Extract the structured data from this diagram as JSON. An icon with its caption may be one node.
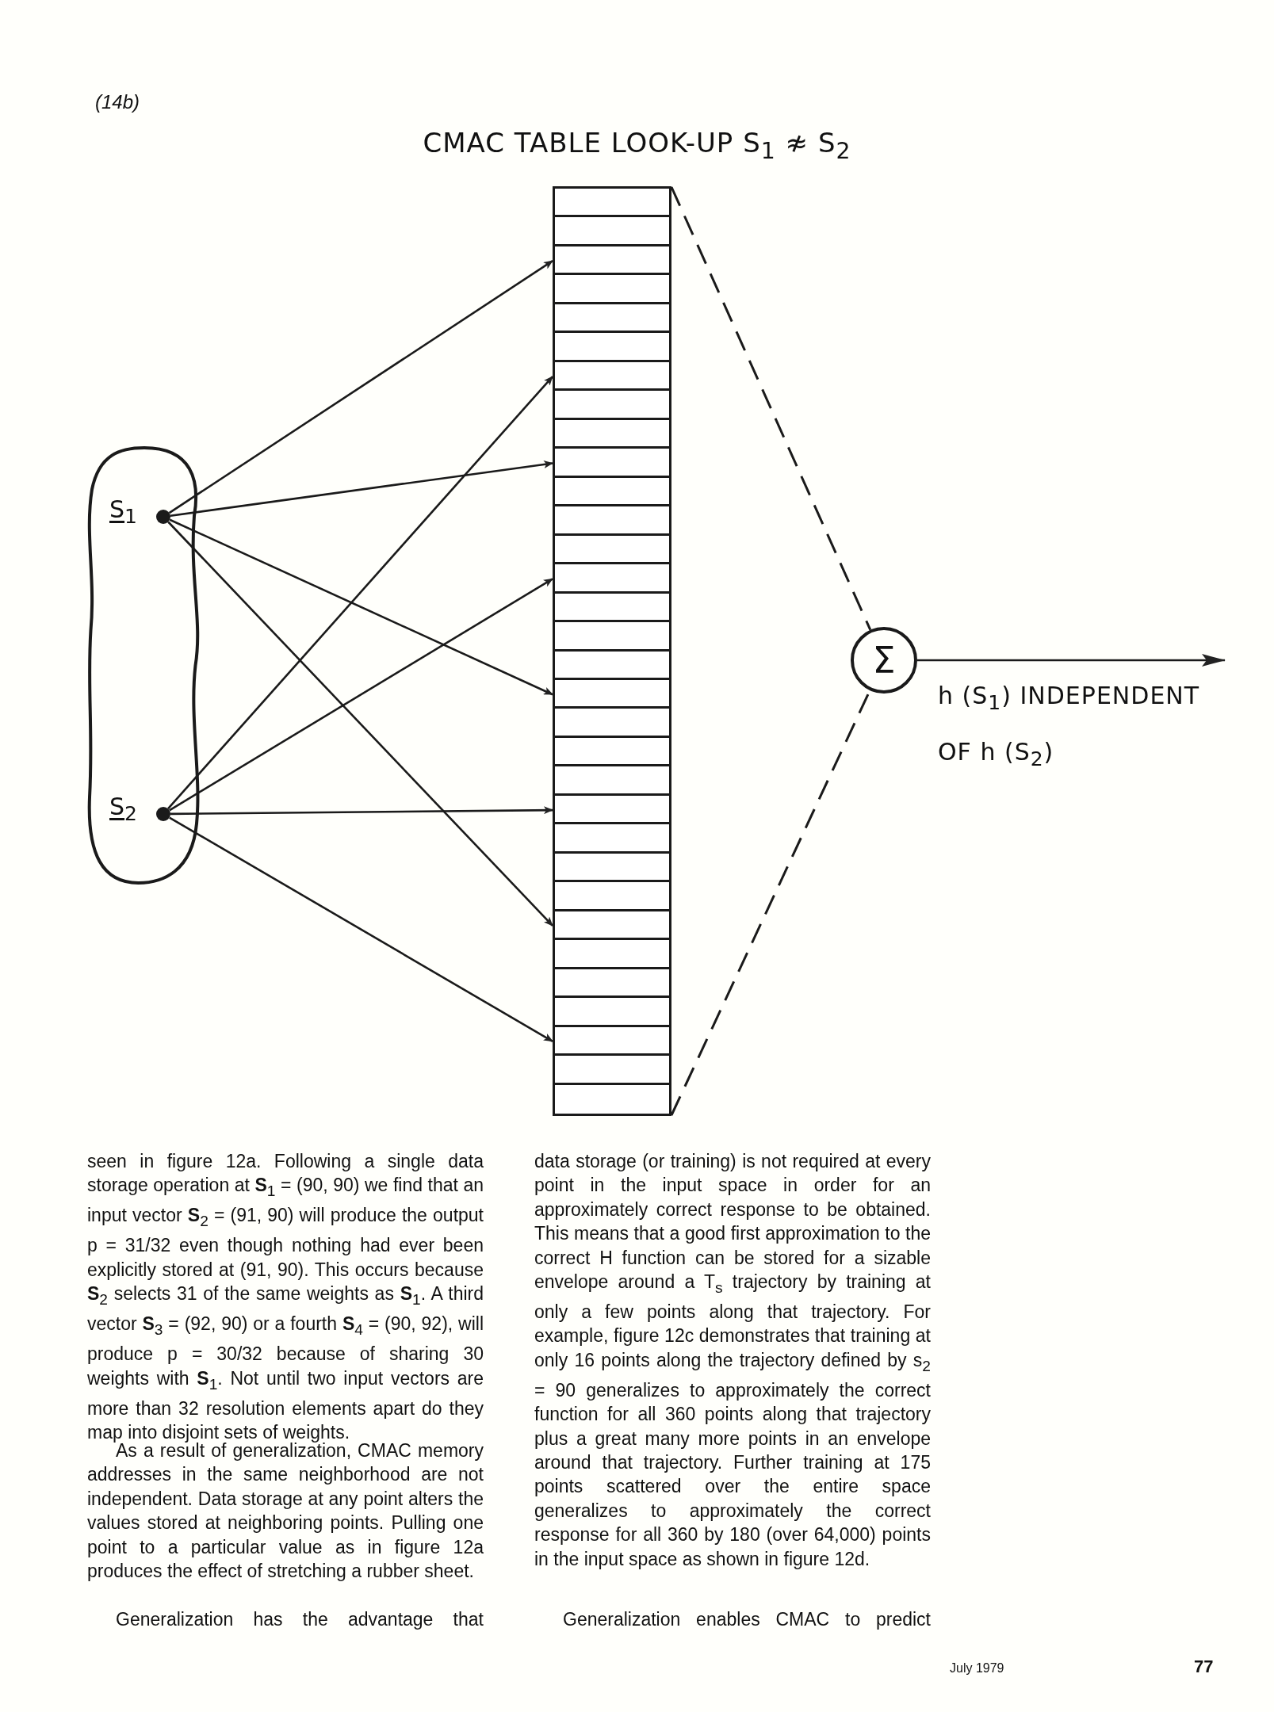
{
  "diagram": {
    "title": "CMAC TABLE LOOK-UP S$_{1}$ ≉ S$_{2}$",
    "nodes": [
      {
        "text": [],
        "shape": "cloud"
      },
      {
        "text": [
          "S$_{1}$"
        ],
        "in": 0
      },
      {
        "text": [
          "S$_{2}$"
        ],
        "in": 0
      },
      {
        "text": [],
        "shape": "box"
      },
      {
        "text": [],
        "shape": "box",
        "in": 3
      },
      {
        "text": [],
        "shape": "box",
        "in": 3
      },
      {
        "text": [],
        "shape": "box",
        "in": 3
      },
      {
        "text": [],
        "shape": "box",
        "in": 3
      },
      {
        "text": [],
        "shape": "box",
        "in": 3
      },
      {
        "text": [],
        "shape": "box",
        "in": 3
      },
      {
        "text": [],
        "shape": "box",
        "in": 3
      },
      {
        "text": [],
        "shape": "box",
        "in": 3
      },
      {
        "text": [],
        "shape": "box",
        "in": 3
      },
      {
        "text": [],
        "shape": "box",
        "in": 3
      },
      {
        "text": [],
        "shape": "box",
        "in": 3
      },
      {
        "text": [],
        "shape": "box",
        "in": 3
      },
      {
        "text": [],
        "shape": "box",
        "in": 3
      },
      {
        "text": [],
        "shape": "box",
        "in": 3
      },
      {
        "text": [],
        "shape": "box",
        "in": 3
      },
      {
        "text": [],
        "shape": "box",
        "in": 3
      },
      {
        "text": [],
        "shape": "box",
        "in": 3
      },
      {
        "text": [],
        "shape": "box",
        "in": 3
      },
      {
        "text": [],
        "shape": "box",
        "in": 3
      },
      {
        "text": [],
        "shape": "box",
        "in": 3
      },
      {
        "text": [],
        "shape": "box",
        "in": 3
      },
      {
        "text": [],
        "shape": "box",
        "in": 3
      },
      {
        "text": [],
        "shape": "box",
        "in": 3
      },
      {
        "text": [],
        "shape": "box",
        "in": 3
      },
      {
        "text": [],
        "shape": "box",
        "in": 3
      },
      {
        "text": [],
        "shape": "box",
        "in": 3
      },
      {
        "text": [],
        "shape": "box",
        "in": 3
      },
      {
        "text": [],
        "shape": "box",
        "in": 3
      },
      {
        "text": [],
        "shape": "box",
        "in": 3
      },
      {
        "text": [],
        "shape": "box",
        "in": 3
      },
      {
        "text": [],
        "shape": "box",
        "in": 3
      },
      {
        "text": [],
        "shape": "box",
        "in": 3
      },
      {
        "text": [
          "Σ"
        ]
      }
    ],
    "edges": [
      {
        "from": 1,
        "to": 6,
        "arrow": "to"
      },
      {
        "from": 1,
        "to": 13,
        "arrow": "to"
      },
      {
        "from": 1,
        "to": 21,
        "arrow": "to"
      },
      {
        "from": 1,
        "to": 29,
        "arrow": "to"
      },
      {
        "from": 2,
        "to": 10,
        "arrow": "to"
      },
      {
        "from": 2,
        "to": 17,
        "arrow": "to"
      },
      {
        "from": 2,
        "to": 25,
        "arrow": "to"
      },
      {
        "from": 2,
        "to": 33,
        "arrow": "to"
      },
      {
        "from": 3,
        "to": 36,
        "arrow": "none",
        "style": "dashed"
      },
      {
        "from": 3,
        "to": 36,
        "arrow": "none",
        "style": "dashed"
      },
      {
        "from": 36,
        "to": null,
        "arrow": "to",
        "label": "h (S$_{1}$) INDEPENDENT OF h (S$_{2}$)"
      }
    ],
    "labels": [
      "(14b)",
      "seen in figure 12a. Following a single data storage operation at **S**$_{1}$ = (90, 90) we find that an input vector **S**$_{2}$ = (91, 90) will produce the output p = 31/32 even though nothing had ever been explicitly stored at (91, 90). This occurs because **S**$_{2}$ selects 31 of the same weights as **S**$_{1}$. A third vector **S**$_{3}$ = (92, 90) or a fourth **S**$_{4}$ = (90, 92), will produce p = 30/32 because of sharing 30 weights with **S**$_{1}$. Not until two input vectors are more than 32 resolution elements apart do they map into disjoint sets of weights.",
      "As a result of generalization, CMAC memory addresses in the same neighborhood are not independent. Data storage at any point alters the values stored at neighboring points. Pulling one point to a particular value as in figure 12a produces the effect of stretching a rubber sheet.",
      "Generalization has the advantage that",
      "data storage (or training) is not required at every point in the input space in order for an approximately correct response to be obtained. This means that a good first approximation to the correct H function can be stored for a sizable envelope around a T$_{s}$ trajectory by training at only a few points along that trajectory. For example, figure 12c demonstrates that training at only 16 points along the trajectory defined by s$_{2}$ = 90 generalizes to approximately the correct function for all 360 points along that trajectory plus a great many more points in an envelope around that trajectory. Further training at 175 points scattered over the entire space generalizes to approximately the correct response for all 360 by 180 (over 64,000) points in the input space as shown in figure 12d.",
      "Generalization enables CMAC to predict",
      "July 1979",
      "77"
    ]
  }
}
